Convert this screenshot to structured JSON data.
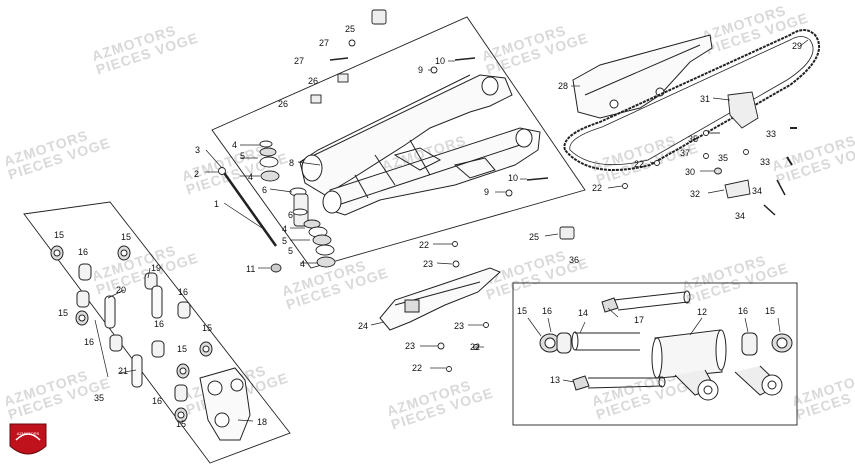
{
  "watermark": {
    "line1": "AZMOTORS",
    "line2": "PIECES VOGE"
  },
  "logo": {
    "text": "AZMOTORS",
    "color": "#c0121c"
  },
  "callouts": {
    "c1": "1",
    "c2": "2",
    "c3": "3",
    "c4a": "4",
    "c4b": "4",
    "c4c": "4",
    "c4d": "4",
    "c5a": "5",
    "c5b": "5",
    "c5c": "5",
    "c6a": "6",
    "c6b": "6",
    "c8": "8",
    "c9a": "9",
    "c9b": "9",
    "c10a": "10",
    "c10b": "10",
    "c11": "11",
    "c12": "12",
    "c13": "13",
    "c14": "14",
    "c15a": "15",
    "c15b": "15",
    "c15c": "15",
    "c15d": "15",
    "c15e": "15",
    "c15f": "15",
    "c15g": "15",
    "c16a": "16",
    "c16b": "16",
    "c16c": "16",
    "c16d": "16",
    "c16e": "16",
    "c16f": "16",
    "c17": "17",
    "c18": "18",
    "c19": "19",
    "c20": "20",
    "c21": "21",
    "c22a": "22",
    "c22b": "22",
    "c22c": "22",
    "c22d": "22",
    "c22e": "22",
    "c23a": "23",
    "c23b": "23",
    "c23c": "23",
    "c24": "24",
    "c25a": "25",
    "c25b": "25",
    "c26a": "26",
    "c26b": "26",
    "c27a": "27",
    "c27b": "27",
    "c28": "28",
    "c29": "29",
    "c30": "30",
    "c31": "31",
    "c32": "32",
    "c33a": "33",
    "c33b": "33",
    "c34a": "34",
    "c34b": "34",
    "c35a": "35",
    "c35b": "35",
    "c35c": "35",
    "c36": "36",
    "c37": "37"
  }
}
